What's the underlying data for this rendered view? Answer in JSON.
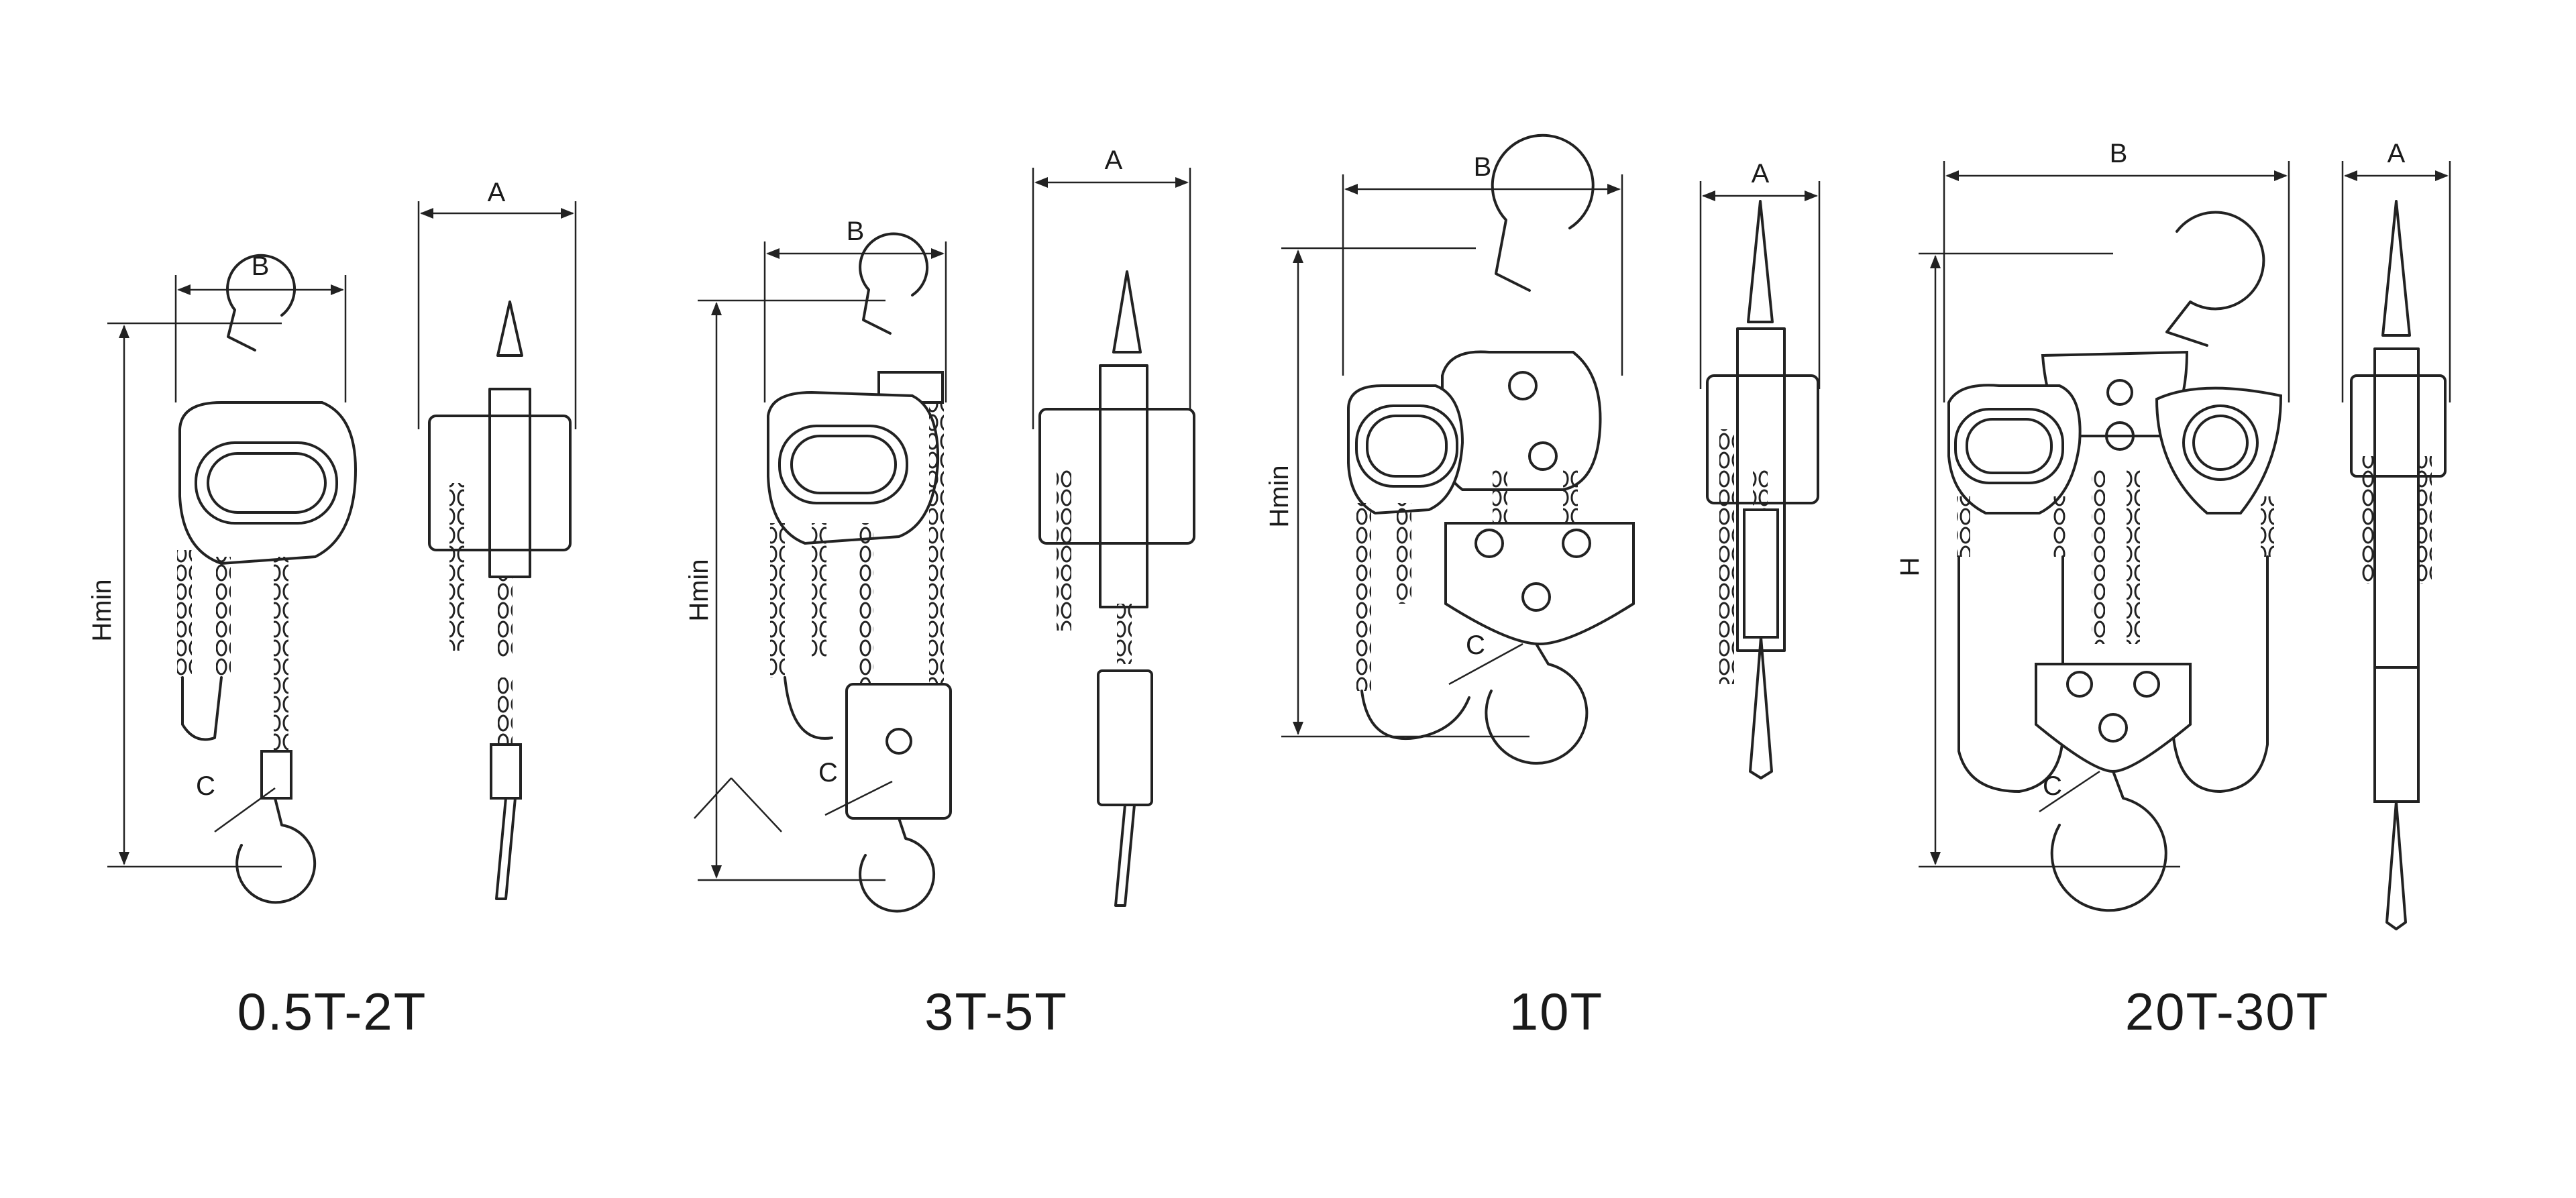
{
  "figures": [
    {
      "caption": "0.5T-2T",
      "dims": {
        "width_label": "B",
        "depth_label": "A",
        "height_label": "Hmin",
        "hook_label": "C"
      }
    },
    {
      "caption": "3T-5T",
      "dims": {
        "width_label": "B",
        "depth_label": "A",
        "height_label": "Hmin",
        "hook_label": "C"
      }
    },
    {
      "caption": "10T",
      "dims": {
        "width_label": "B",
        "depth_label": "A",
        "height_label": "Hmin",
        "hook_label": "C"
      }
    },
    {
      "caption": "20T-30T",
      "dims": {
        "width_label": "B",
        "depth_label": "A",
        "height_label": "H",
        "hook_label": "C"
      }
    }
  ],
  "colors": {
    "line": "#222222",
    "background": "#ffffff"
  }
}
